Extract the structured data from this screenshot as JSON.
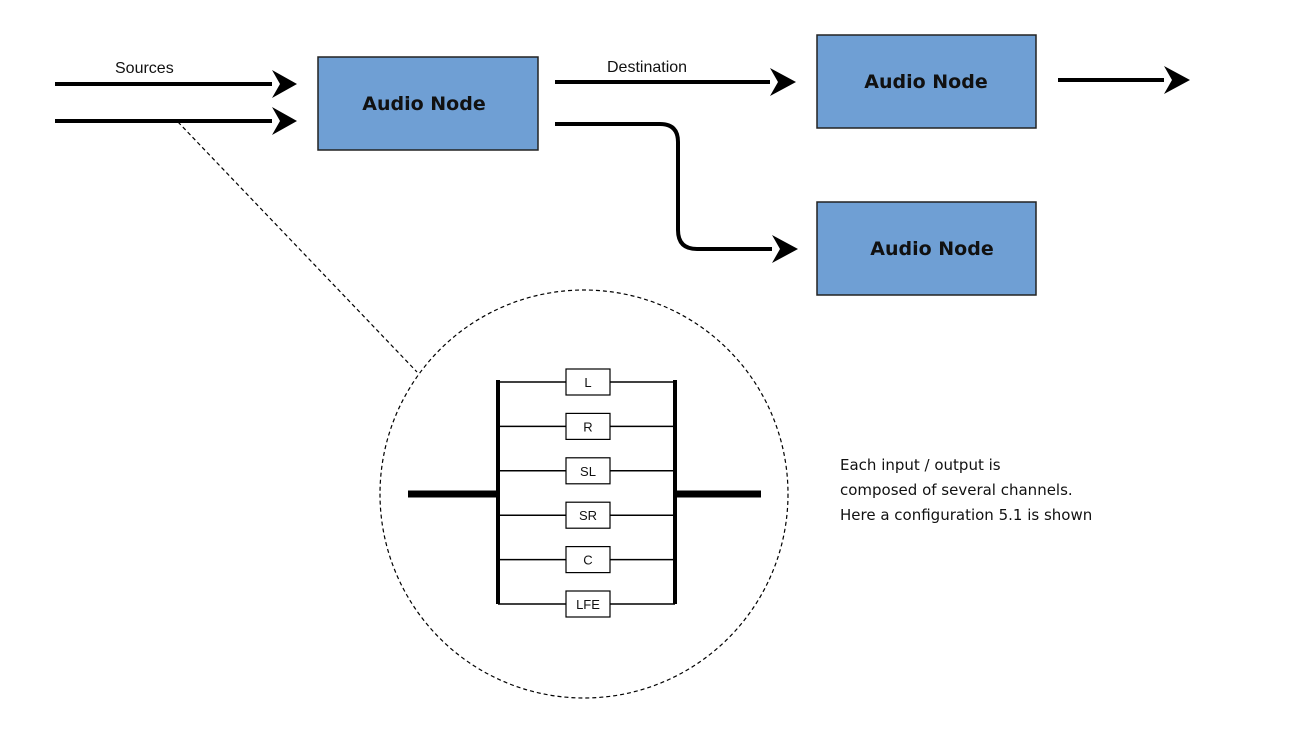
{
  "colors": {
    "node_fill": "#6f9fd4",
    "node_stroke": "#222222",
    "line": "#000000"
  },
  "labels": {
    "sources": "Sources",
    "destination": "Destination"
  },
  "nodes": {
    "input": "Audio Node",
    "dest_top": "Audio Node",
    "dest_bottom": "Audio Node"
  },
  "channels": [
    "L",
    "R",
    "SL",
    "SR",
    "C",
    "LFE"
  ],
  "note": {
    "line1": "Each input / output is",
    "line2": "composed of several channels.",
    "line3": "Here a configuration 5.1 is shown"
  }
}
